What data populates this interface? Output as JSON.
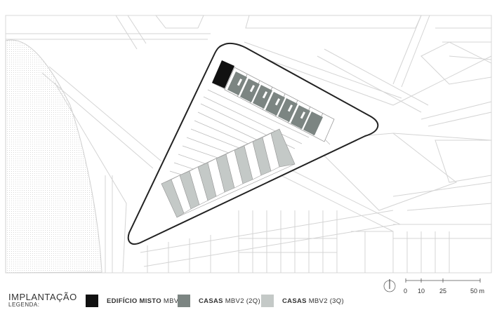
{
  "legend": {
    "title": "IMPLANTAÇÃO",
    "subtitle": "LEGENDA:",
    "items": [
      {
        "bold": "EDIFÍCIO MISTO",
        "rest": " MBV2",
        "color": "#111111"
      },
      {
        "bold": "CASAS",
        "rest": " MBV2 (2Q)",
        "color": "#7c8582"
      },
      {
        "bold": "CASAS",
        "rest": " MBV2 (3Q)",
        "color": "#c4c9c7"
      }
    ]
  },
  "scale": {
    "ticks": [
      "0",
      "10",
      "25",
      "50 m"
    ]
  },
  "north_arrow": "north-arrow-icon"
}
